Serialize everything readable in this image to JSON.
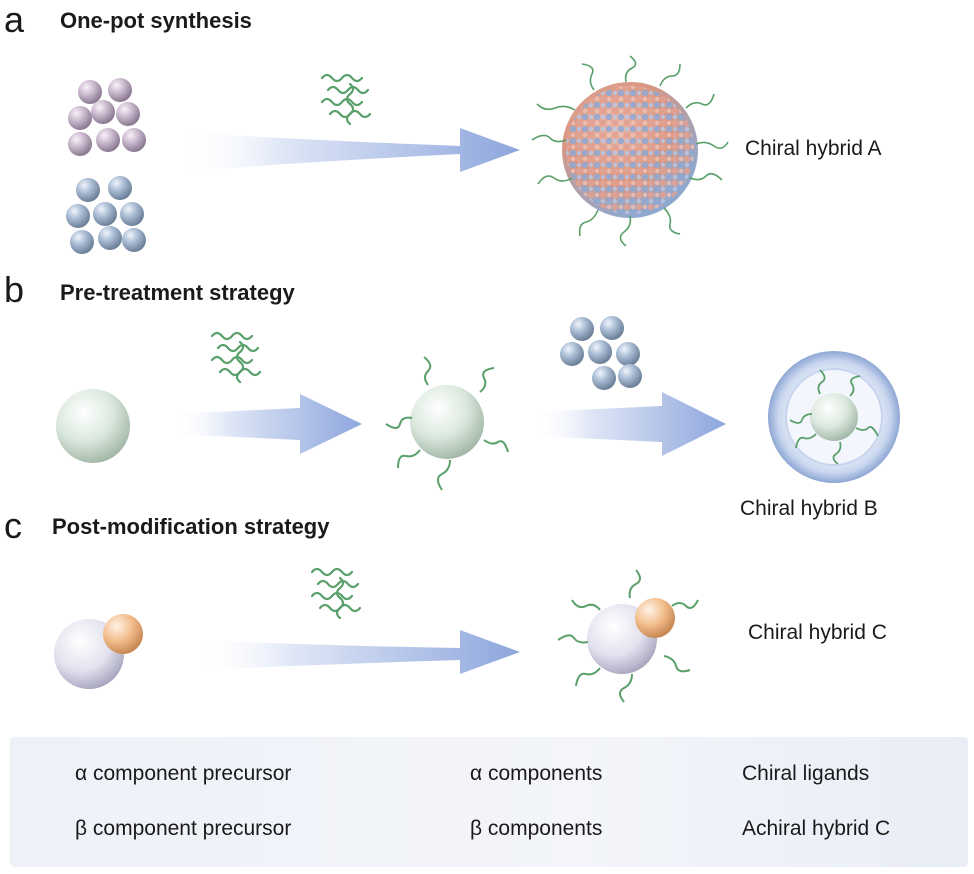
{
  "panels": [
    {
      "letter": "a",
      "title": "One-pot synthesis",
      "result": "Chiral hybrid A"
    },
    {
      "letter": "b",
      "title": "Pre-treatment strategy",
      "result": "Chiral hybrid B"
    },
    {
      "letter": "c",
      "title": "Post-modification strategy",
      "result": "Chiral hybrid C"
    }
  ],
  "legend": {
    "alpha_precursor": "α component precursor",
    "beta_precursor": "β component precursor",
    "alpha_components": "α components",
    "beta_components": "β components",
    "chiral_ligands": "Chiral ligands",
    "achiral_hybrid": "Achiral hybrid C"
  },
  "colors": {
    "alpha_precursor": "#c9b7cc",
    "beta_precursor": "#a9bcd4",
    "alpha_component": "#d9e7dc",
    "ligand": "#5aa06a",
    "arrow": "#8fa6dd",
    "achiral_cap": "#f2b98a",
    "achiral_body": "#dcdbe8"
  }
}
